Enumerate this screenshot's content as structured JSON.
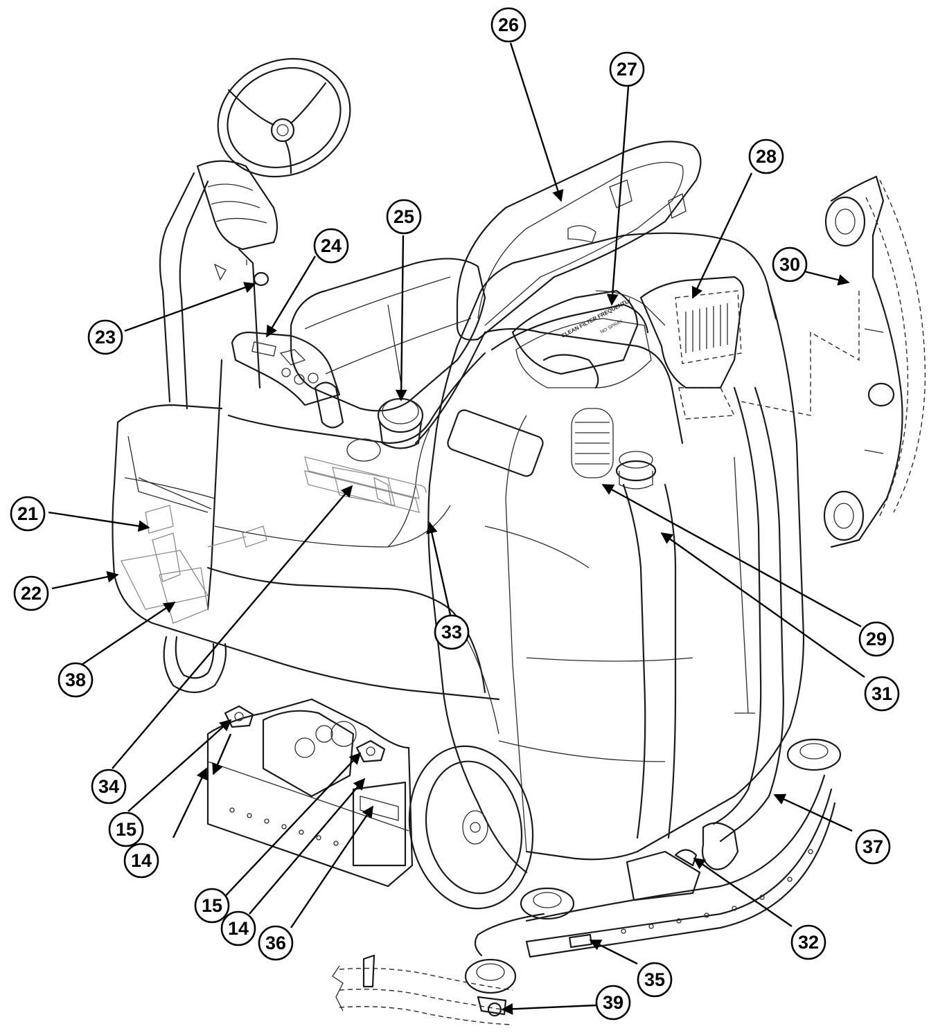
{
  "callouts": [
    {
      "label": "14"
    },
    {
      "label": "14"
    },
    {
      "label": "15"
    },
    {
      "label": "15"
    },
    {
      "label": "21"
    },
    {
      "label": "22"
    },
    {
      "label": "23"
    },
    {
      "label": "24"
    },
    {
      "label": "25"
    },
    {
      "label": "26"
    },
    {
      "label": "27"
    },
    {
      "label": "28"
    },
    {
      "label": "29"
    },
    {
      "label": "30"
    },
    {
      "label": "31"
    },
    {
      "label": "32"
    },
    {
      "label": "33"
    },
    {
      "label": "34"
    },
    {
      "label": "35"
    },
    {
      "label": "36"
    },
    {
      "label": "37"
    },
    {
      "label": "38"
    },
    {
      "label": "39"
    }
  ],
  "labels": {
    "filter_lid_text": "CLEAN FILTER FREQUENTLY",
    "filter_lid_subtext": "NO SPRAY"
  }
}
